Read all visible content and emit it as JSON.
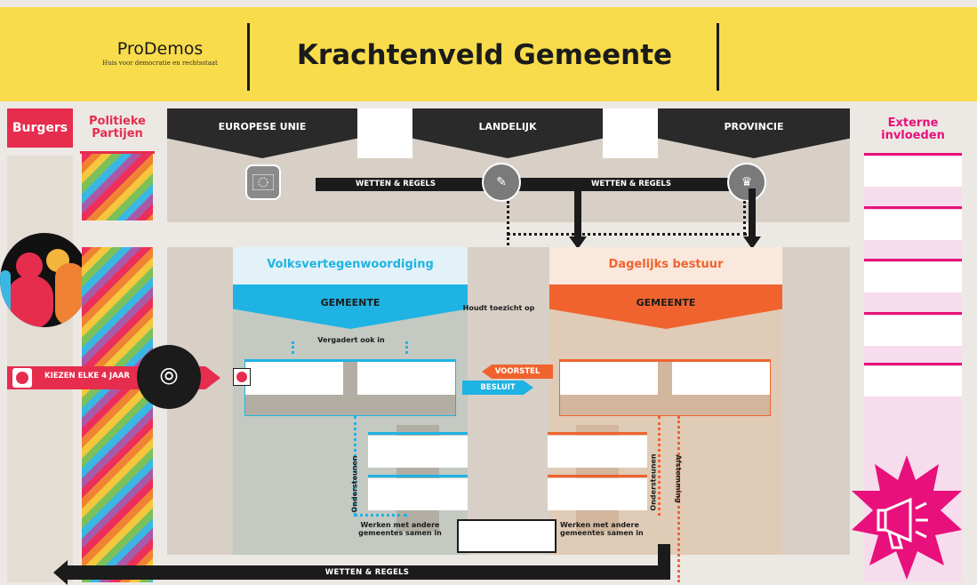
{
  "header": {
    "logo": "ProDemos",
    "logo_sub": "Huis voor democratie en rechtsstaat",
    "title": "Krachtenveld Gemeente"
  },
  "columns": {
    "burgers": "Burgers",
    "partijen_line1": "Politieke",
    "partijen_line2": "Partijen",
    "extern_line1": "Externe",
    "extern_line2": "invloeden"
  },
  "levels": [
    "EUROPESE UNIE",
    "LANDELIJK",
    "PROVINCIE"
  ],
  "labels": {
    "wetten_regels": "WETTEN & REGELS",
    "volks": "Volksvertegenwoordiging",
    "dagelijks": "Dagelijks bestuur",
    "gemeente": "GEMEENTE",
    "toezicht": "Houdt toezicht op",
    "vergadert": "Vergadert ook in",
    "voorstel": "VOORSTEL",
    "besluit": "BESLUIT",
    "kiezen": "KIEZEN ELKE 4 JAAR",
    "ondersteunen": "Ondersteunen",
    "afstemming": "Afstemming",
    "samen_line1": "Werken met andere",
    "samen_line2": "gemeentes samen in"
  },
  "colors": {
    "yellow": "#f8dc4b",
    "blue": "#1fb3e3",
    "orange": "#f0632f",
    "red": "#e62d4e",
    "magenta": "#e8107b",
    "dark": "#1b1b1b"
  },
  "icons": [
    "eu-flag-icon",
    "netherlands-map-icon",
    "province-crest-icon",
    "voter-card-icon",
    "mayor-chain-icon",
    "megaphone-icon",
    "citizens-icon"
  ]
}
